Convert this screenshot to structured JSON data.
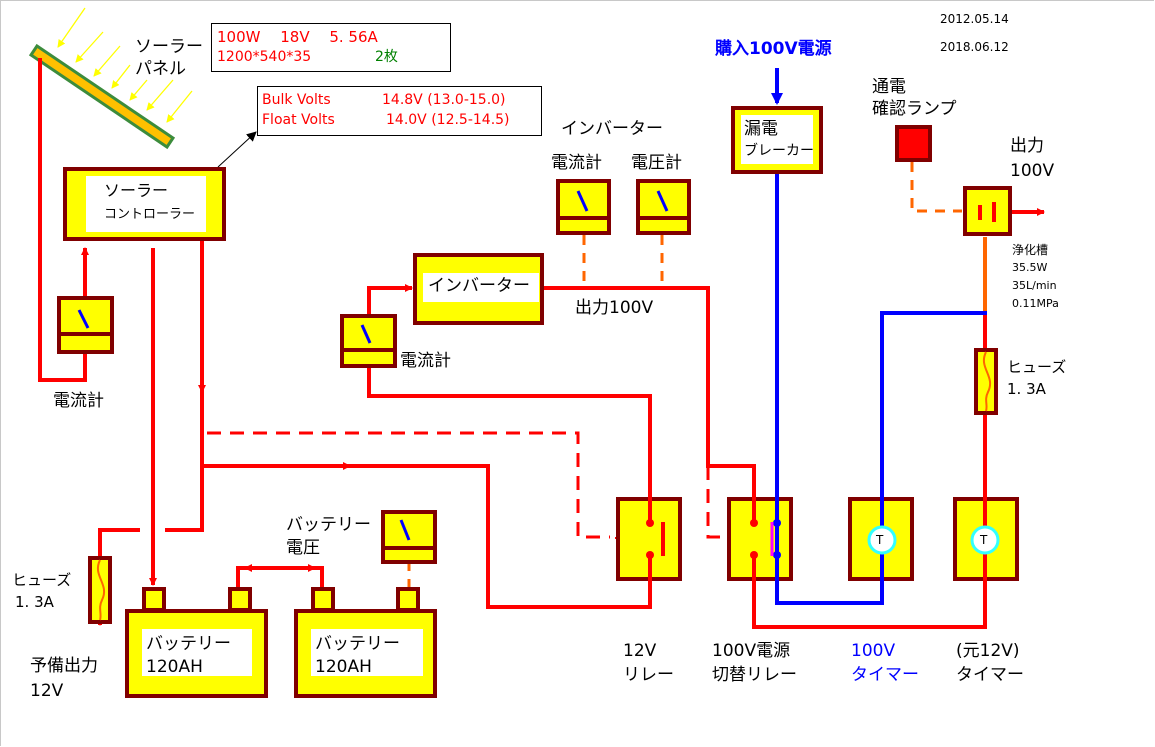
{
  "dates": [
    "2012.05.14",
    "2018.06.12"
  ],
  "solar_panel": {
    "label_line1": "ソーラー",
    "label_line2": "パネル",
    "spec_line1": "100W　 18V　 5. 56A",
    "spec_dims": "1200*540*35",
    "spec_count": "2枚"
  },
  "controller": {
    "label_line1": "ソーラー",
    "label_line2": "コントローラー",
    "bulk_label": "Bulk  Volts",
    "bulk_value": "14.8V (13.0-15.0)",
    "float_label": "Float  Volts",
    "float_value": "14.0V (12.5-14.5)"
  },
  "solar_ammeter": {
    "label": "電流計"
  },
  "inverter": {
    "label": "インバーター",
    "group_label": "インバーター",
    "ammeter_label": "電流計",
    "voltmeter_label": "電圧計",
    "output_label": "出力100V",
    "input_ammeter_label": "電流計"
  },
  "grid_power": {
    "label": "購入100V電源",
    "breaker_line1": "漏電",
    "breaker_line2": "ブレーカー"
  },
  "lamp": {
    "label_line1": "通電",
    "label_line2": "確認ランプ"
  },
  "outlet": {
    "label_line1": "出力",
    "label_line2": "100V"
  },
  "septic": {
    "label": "浄化槽",
    "power": "35.5W",
    "flow": "35L/min",
    "pressure": "0.11MPa"
  },
  "fuse_right": {
    "label_line1": "ヒューズ",
    "label_line2": "1. 3A"
  },
  "fuse_left": {
    "label_line1": "ヒューズ",
    "label_line2": "1. 3A"
  },
  "reserve_output": {
    "label_line1": "予備出力",
    "label_line2": "12V"
  },
  "batteries": [
    {
      "label_line1": "バッテリー",
      "label_line2": "120AH"
    },
    {
      "label_line1": "バッテリー",
      "label_line2": "120AH"
    }
  ],
  "battery_voltmeter": {
    "label_line1": "バッテリー",
    "label_line2": "電圧"
  },
  "relays": [
    {
      "label_line1": "12V",
      "label_line2": "リレー"
    },
    {
      "label_line1": "100V電源",
      "label_line2": "切替リレー"
    }
  ],
  "timers": [
    {
      "symbol": "T",
      "label_line1": "100V",
      "label_line2": "タイマー"
    },
    {
      "symbol": "T",
      "label_line1": "(元12V)",
      "label_line2": "タイマー"
    }
  ],
  "colors": {
    "wire_dc": "#ff0000",
    "wire_ac_grid": "#0000ff",
    "wire_signal": "#ff6600",
    "component_fill": "#ffff00",
    "component_border": "#800000",
    "panel_fill": "#ffc000",
    "panel_border": "#3c8c3c",
    "timer_ring": "#33ffff",
    "relay_contact": "#ff00ff"
  }
}
